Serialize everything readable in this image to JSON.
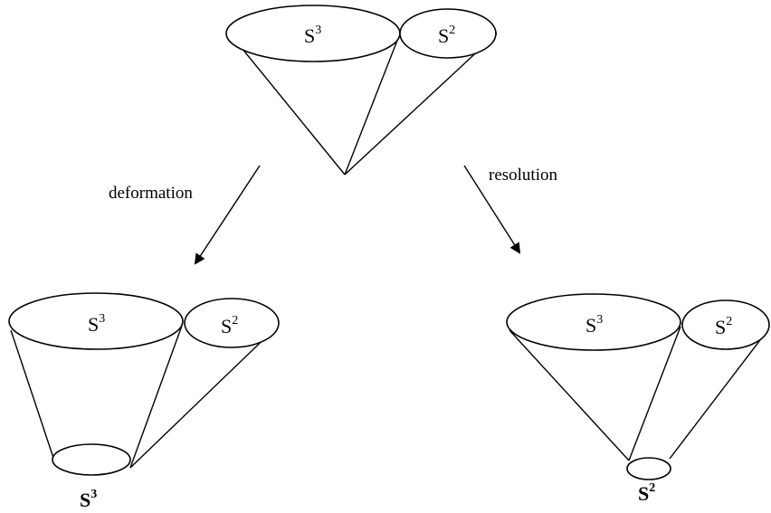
{
  "top_cone": {
    "left_sphere": {
      "base": "S",
      "exp": "3"
    },
    "right_sphere": {
      "base": "S",
      "exp": "2"
    }
  },
  "arrows": {
    "left_label": "deformation",
    "right_label": "resolution"
  },
  "deformation_cone": {
    "left_sphere": {
      "base": "S",
      "exp": "3"
    },
    "right_sphere": {
      "base": "S",
      "exp": "2"
    },
    "tip_label": {
      "base": "S",
      "exp": "3"
    }
  },
  "resolution_cone": {
    "left_sphere": {
      "base": "S",
      "exp": "3"
    },
    "right_sphere": {
      "base": "S",
      "exp": "2"
    },
    "tip_label": {
      "base": "S",
      "exp": "2"
    }
  }
}
